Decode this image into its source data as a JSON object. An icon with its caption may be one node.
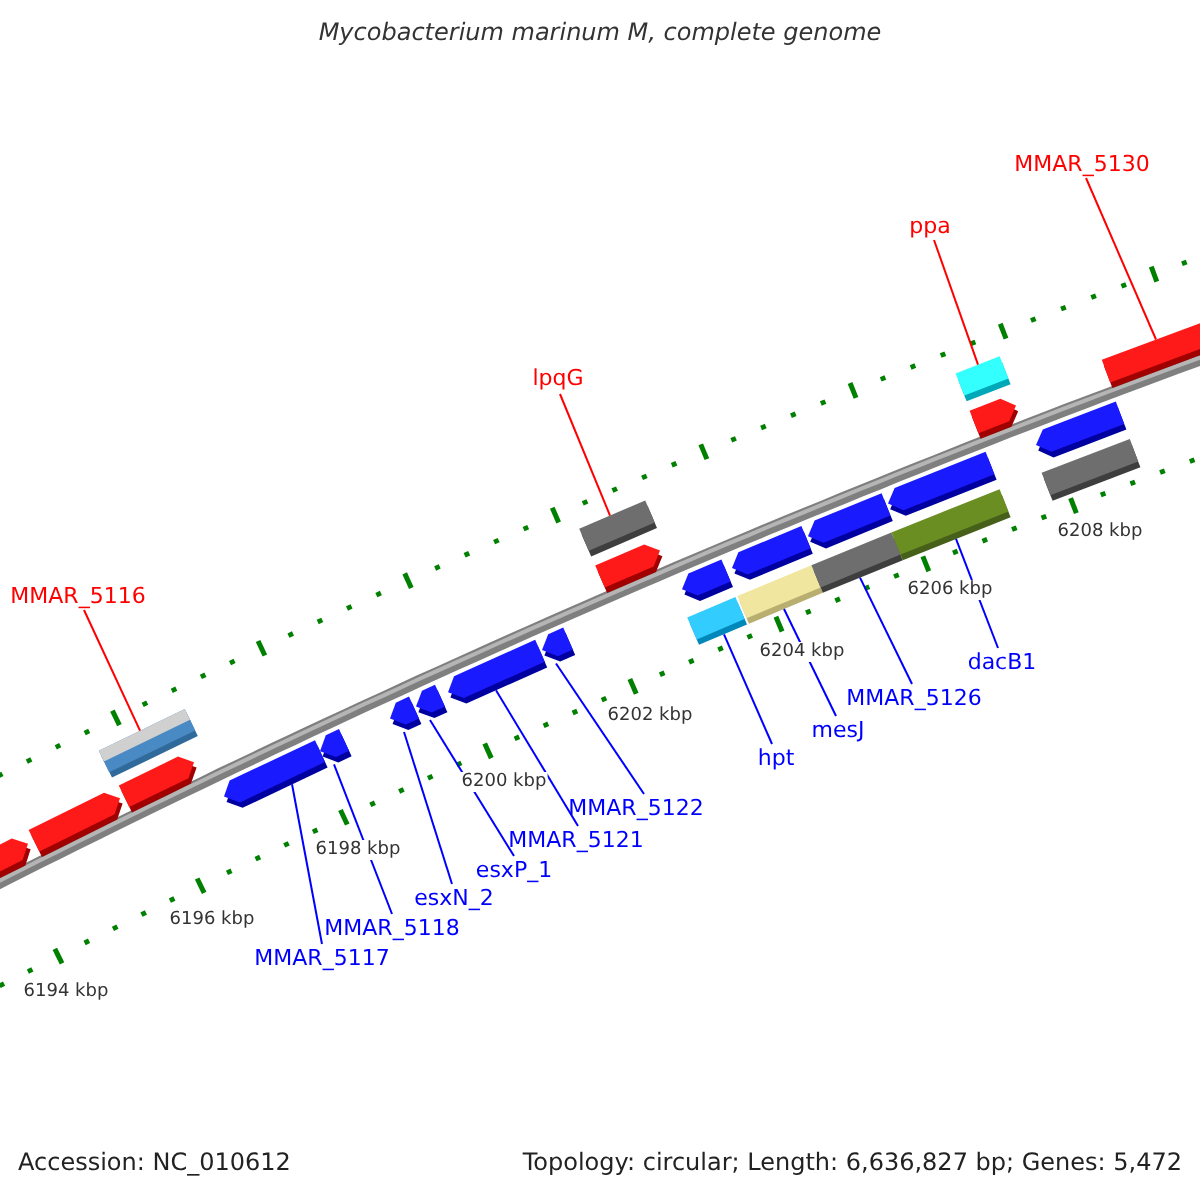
{
  "diagram": {
    "title": "Mycobacterium marinum M, complete genome",
    "nodes": [
      {
        "text": [
          "MMAR_5130"
        ]
      },
      {
        "text": [
          "ppa"
        ]
      },
      {
        "text": [
          "lpqG"
        ]
      },
      {
        "text": [
          "MMAR_5116"
        ]
      },
      {
        "text": [
          "dacB1"
        ]
      },
      {
        "text": [
          "MMAR_5126"
        ]
      },
      {
        "text": [
          "mesJ"
        ]
      },
      {
        "text": [
          "hpt"
        ]
      },
      {
        "text": [
          "MMAR_5122"
        ]
      },
      {
        "text": [
          "MMAR_5121"
        ]
      },
      {
        "text": [
          "esxP_1"
        ]
      },
      {
        "text": [
          "esxN_2"
        ]
      },
      {
        "text": [
          "MMAR_5118"
        ]
      },
      {
        "text": [
          "MMAR_5117"
        ]
      },
      {
        "text": [],
        "shape": "box"
      },
      {
        "text": [],
        "shape": "arrow"
      },
      {
        "text": [],
        "shape": "arrow"
      },
      {
        "text": [],
        "shape": "arrow"
      },
      {
        "text": [],
        "shape": "arrow"
      },
      {
        "text": [],
        "shape": "arrow"
      },
      {
        "text": [],
        "shape": "arrow"
      },
      {
        "text": [],
        "shape": "box"
      },
      {
        "text": [],
        "shape": "box"
      },
      {
        "text": [],
        "shape": "box"
      },
      {
        "text": [],
        "shape": "box"
      },
      {
        "text": [],
        "shape": "box"
      },
      {
        "text": [],
        "shape": "box"
      },
      {
        "text": [],
        "shape": "box"
      },
      {
        "text": [],
        "shape": "box"
      }
    ],
    "edges": [
      {
        "from": 0,
        "to": 28,
        "arrow": "none",
        "color": "#ff0000"
      },
      {
        "from": 1,
        "to": 26,
        "arrow": "none",
        "color": "#ff0000"
      },
      {
        "from": 2,
        "to": 21,
        "arrow": "none",
        "color": "#ff0000"
      },
      {
        "from": 3,
        "to": 14,
        "arrow": "none",
        "color": "#ff0000"
      },
      {
        "from": 4,
        "to": 25,
        "arrow": "none"
      },
      {
        "from": 5,
        "to": 24,
        "arrow": "none"
      },
      {
        "from": 6,
        "to": 23,
        "arrow": "none"
      },
      {
        "from": 7,
        "to": 22,
        "arrow": "none"
      },
      {
        "from": 8,
        "to": 20,
        "arrow": "none"
      },
      {
        "from": 9,
        "to": 19,
        "arrow": "none"
      },
      {
        "from": 10,
        "to": 18,
        "arrow": "none"
      },
      {
        "from": 11,
        "to": 17,
        "arrow": "none"
      },
      {
        "from": 12,
        "to": 16,
        "arrow": "none"
      },
      {
        "from": 13,
        "to": 15,
        "arrow": "none"
      }
    ],
    "labels": [
      "6194 kbp",
      "6196 kbp",
      "6198 kbp",
      "6200 kbp",
      "6202 kbp",
      "6204 kbp",
      "6206 kbp",
      "6208 kbp",
      "Accession: NC_010612",
      "Topology: circular; Length: 6,636,827 bp; Genes: 5,472"
    ]
  }
}
